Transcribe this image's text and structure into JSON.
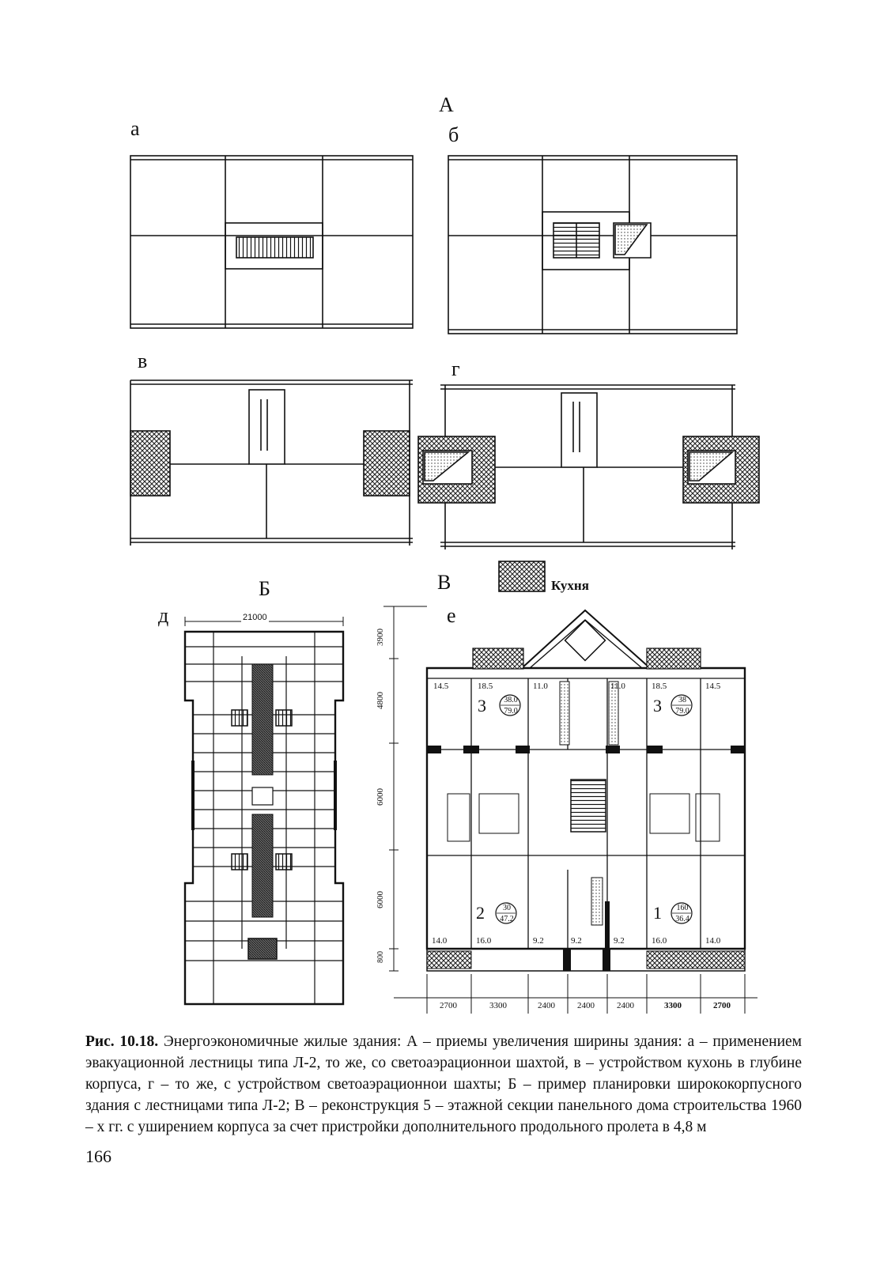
{
  "figure": {
    "group_labels": {
      "A": "А",
      "B": "Б",
      "V": "В"
    },
    "sub_labels": {
      "a": "а",
      "b": "б",
      "v": "в",
      "g": "г",
      "d": "д",
      "e": "е"
    },
    "legend": {
      "kitchen": "Кухня",
      "hatch_color": "#222222"
    },
    "plan_d": {
      "top_dimension": "21000"
    },
    "plan_e": {
      "vertical_dims": [
        "3900",
        "4800",
        "6000",
        "6000",
        "800"
      ],
      "bottom_dims": [
        "2700",
        "3300",
        "2400",
        "2400",
        "2400",
        "3300",
        "2700"
      ],
      "top_areas": [
        "14.5",
        "18.5",
        "11.0",
        "11.0",
        "18.5",
        "14.5"
      ],
      "bottom_areas": [
        "14.0",
        "16.0",
        "9.2",
        "9.2",
        "9.2",
        "16.0",
        "14.0"
      ],
      "apartments": [
        {
          "rooms": "3",
          "num": "38.0",
          "den": "79.0"
        },
        {
          "rooms": "3",
          "num": "38",
          "den": "79.0"
        },
        {
          "rooms": "2",
          "num": "30",
          "den": "47.2"
        },
        {
          "rooms": "1",
          "num": "160",
          "den": "36.4"
        }
      ]
    }
  },
  "caption": {
    "bold": "Рис. 10.18.",
    "text": " Энергоэкономичные жилые здания: А – приемы увеличения ширины здания: а – применением эвакуационной лестницы типа Л-2, то же, со светоаэрационнои шахтой, в – устройством кухонь в глубине корпуса, г – то же, с устройством светоаэрационнои шахты; Б – пример планировки ширококорпусного здания с лестницами типа Л-2; В – реконструкция 5 – этажной секции панельного дома строительства 1960 – х гг. с уширением корпуса за счет пристройки дополнительного продольного пролета в 4,8 м"
  },
  "page_number": "166"
}
